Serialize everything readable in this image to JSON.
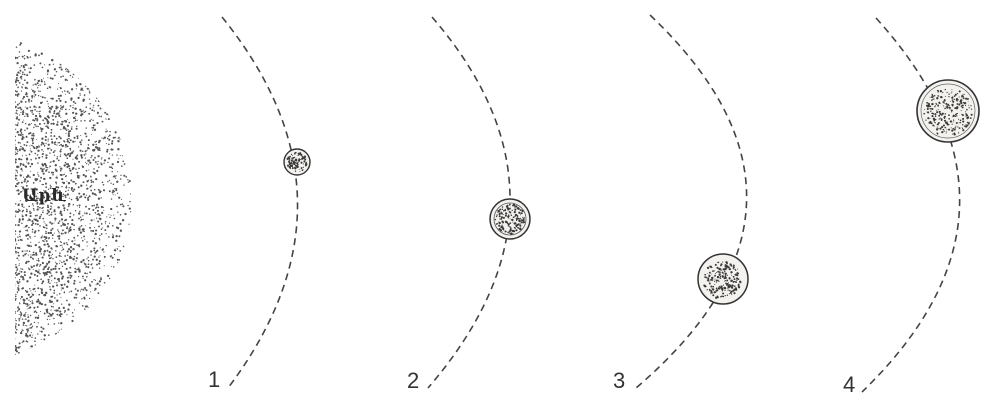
{
  "sun": {
    "label": "Արև"
  },
  "orbits": [
    {
      "number": "1"
    },
    {
      "number": "2"
    },
    {
      "number": "3"
    },
    {
      "number": "4"
    }
  ],
  "colors": {
    "line": "#444444",
    "sun_dots": "#555555",
    "planet_fill": "#f4f2ee"
  }
}
